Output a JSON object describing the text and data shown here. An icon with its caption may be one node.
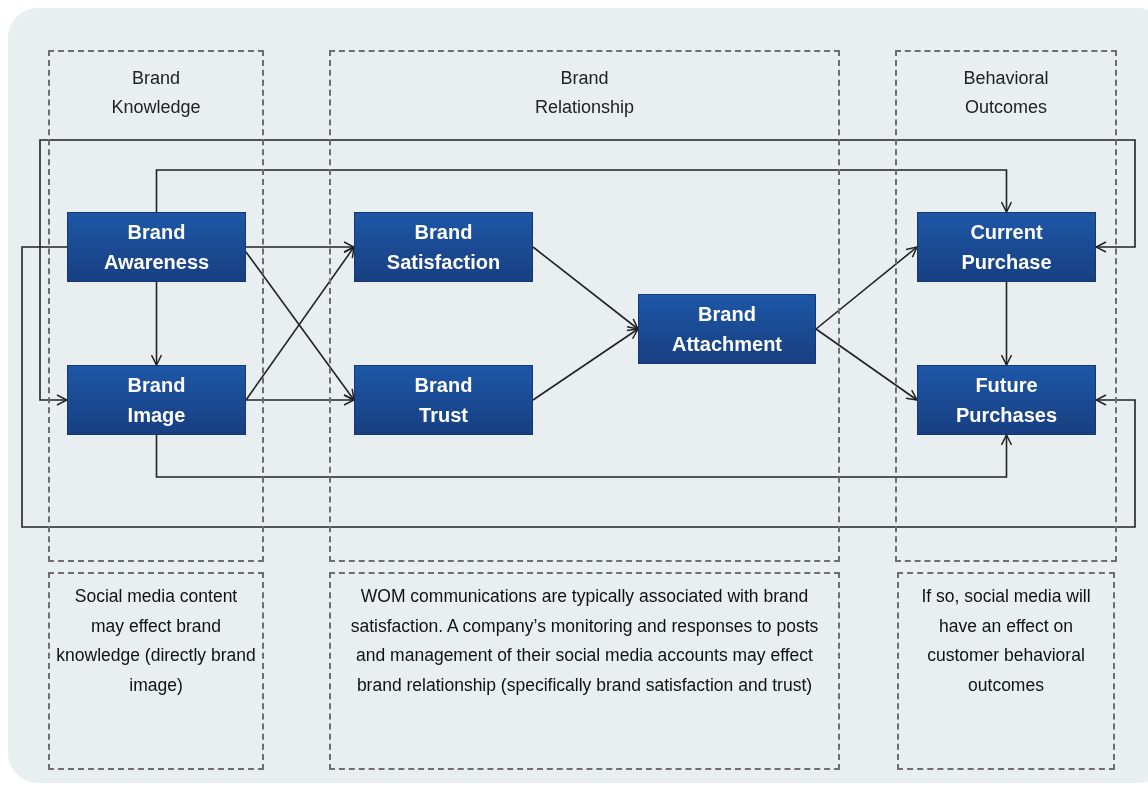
{
  "diagram": {
    "nodes": [
      {
        "text": [
          "Brand Knowledge"
        ]
      },
      {
        "text": [
          "Brand Relationship"
        ]
      },
      {
        "text": [
          "Behavioral Outcomes"
        ]
      },
      {
        "text": [
          "Brand Awareness"
        ],
        "in": 0
      },
      {
        "text": [
          "Brand Image"
        ],
        "in": 0
      },
      {
        "text": [
          "Brand Satisfaction"
        ],
        "in": 1
      },
      {
        "text": [
          "Brand Trust"
        ],
        "in": 1
      },
      {
        "text": [
          "Brand Attachment"
        ],
        "in": 1
      },
      {
        "text": [
          "Current Purchase"
        ],
        "in": 2
      },
      {
        "text": [
          "Future Purchases"
        ],
        "in": 2
      },
      {
        "text": [
          "Social media content may effect brand knowledge (directly brand image)"
        ]
      },
      {
        "text": [
          "WOM communications are typically associated with brand satisfaction. A company’s monitoring and responses to posts and management of their social media accounts may effect brand relationship (specifically brand satisfaction and trust)"
        ]
      },
      {
        "text": [
          "If so, social media will have an effect on customer behavioral outcomes"
        ]
      }
    ],
    "edges": [
      {
        "from": 3,
        "to": 5,
        "arrow": "to"
      },
      {
        "from": 3,
        "to": 6,
        "arrow": "to"
      },
      {
        "from": 4,
        "to": 5,
        "arrow": "to"
      },
      {
        "from": 4,
        "to": 6,
        "arrow": "to"
      },
      {
        "from": 3,
        "to": 4,
        "arrow": "to"
      },
      {
        "from": 5,
        "to": 7,
        "arrow": "to"
      },
      {
        "from": 6,
        "to": 7,
        "arrow": "to"
      },
      {
        "from": 7,
        "to": 8,
        "arrow": "to"
      },
      {
        "from": 7,
        "to": 9,
        "arrow": "to"
      },
      {
        "from": 8,
        "to": 9,
        "arrow": "to"
      },
      {
        "from": 3,
        "to": 8,
        "arrow": "to"
      },
      {
        "from": 4,
        "to": 9,
        "arrow": "to"
      },
      {
        "from": 8,
        "to": 4,
        "arrow": "both"
      },
      {
        "from": 3,
        "to": 9,
        "arrow": "to"
      }
    ]
  }
}
